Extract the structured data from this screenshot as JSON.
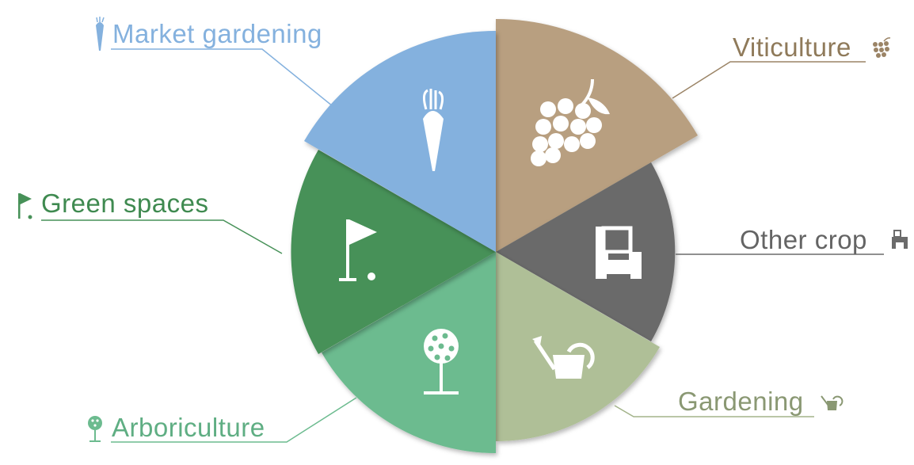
{
  "segments": [
    {
      "id": "viticulture",
      "label": "Viticulture",
      "color": "#b89f80",
      "icon": "grapes-icon"
    },
    {
      "id": "other-crop",
      "label": "Other crop",
      "color": "#6b6b6b",
      "icon": "tractor-icon"
    },
    {
      "id": "gardening",
      "label": "Gardening",
      "color": "#afbf97",
      "icon": "watering-can-icon"
    },
    {
      "id": "arboriculture",
      "label": "Arboriculture",
      "color": "#6cbb8f",
      "icon": "tree-icon"
    },
    {
      "id": "green-spaces",
      "label": "Green spaces",
      "color": "#479158",
      "icon": "golf-flag-icon"
    },
    {
      "id": "market-gardening",
      "label": "Market gardening",
      "color": "#84b1de",
      "icon": "carrot-icon"
    }
  ]
}
